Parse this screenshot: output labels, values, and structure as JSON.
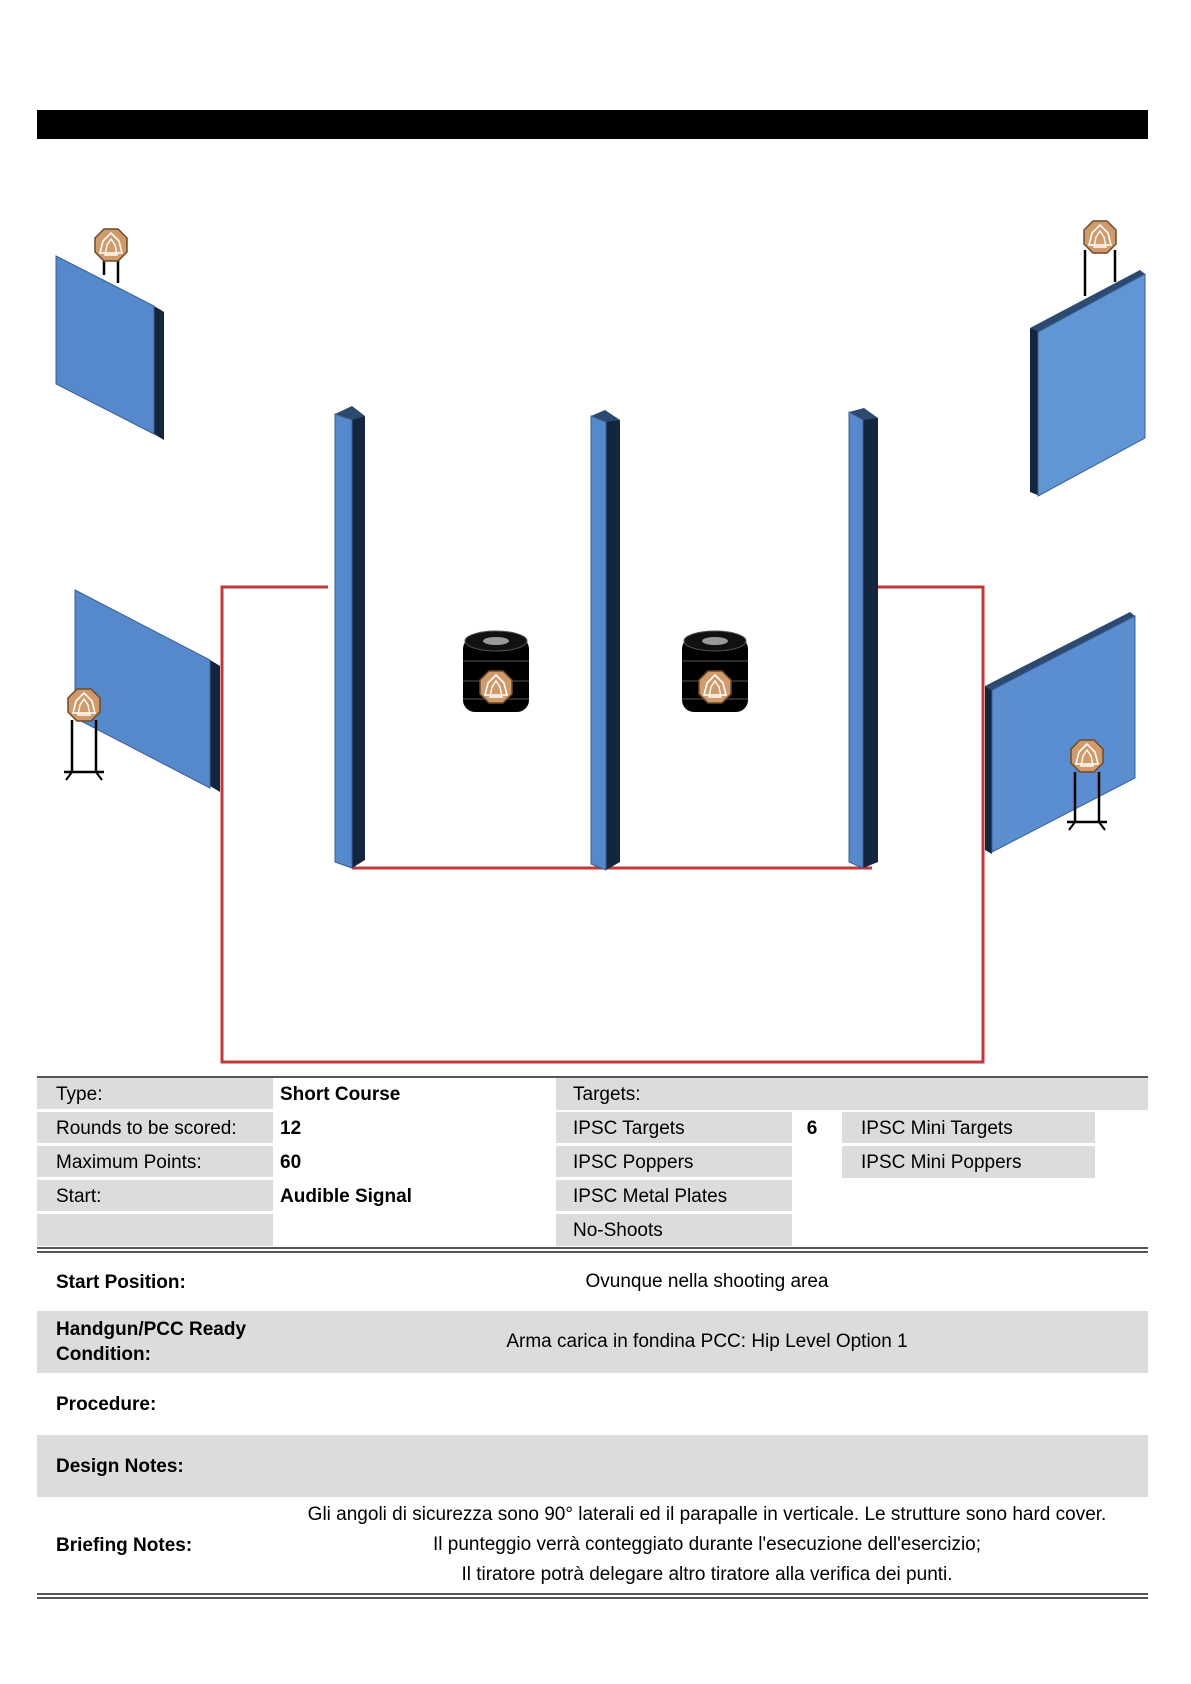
{
  "info": {
    "type_label": "Type:",
    "type_value": "Short Course",
    "rounds_label": "Rounds to be scored:",
    "rounds_value": "12",
    "points_label": "Maximum Points:",
    "points_value": "60",
    "start_label": "Start:",
    "start_value": "Audible Signal",
    "targets_label": "Targets:",
    "targets": [
      {
        "label": "IPSC Targets",
        "count": "6"
      },
      {
        "label": "IPSC Poppers",
        "count": ""
      },
      {
        "label": "IPSC Metal Plates",
        "count": ""
      },
      {
        "label": "No-Shoots",
        "count": ""
      }
    ],
    "mini_targets": [
      {
        "label": "IPSC Mini Targets"
      },
      {
        "label": "IPSC Mini Poppers"
      }
    ]
  },
  "notes": {
    "start_position_label": "Start Position:",
    "start_position_value": "Ovunque nella shooting area",
    "ready_label_1": "Handgun/PCC Ready",
    "ready_label_2": "Condition:",
    "ready_value": "Arma carica in fondina PCC: Hip Level Option 1",
    "procedure_label": "Procedure:",
    "procedure_value": "",
    "design_label": "Design Notes:",
    "design_value": "",
    "briefing_label": "Briefing Notes:",
    "briefing_lines": [
      "Gli angoli di sicurezza sono 90° laterali ed il parapalle in verticale. Le strutture sono hard cover.",
      "Il punteggio verrà conteggiato durante l'esecuzione dell'esercizio;",
      "Il tiratore potrà delegare altro tiratore alla verifica dei punti."
    ]
  },
  "colors": {
    "wall": "#5b8fd0",
    "wall_dark": "#14263d",
    "fault_line": "#c0393b",
    "target": "#d19a6a",
    "table_grey": "#dcdcdc"
  }
}
